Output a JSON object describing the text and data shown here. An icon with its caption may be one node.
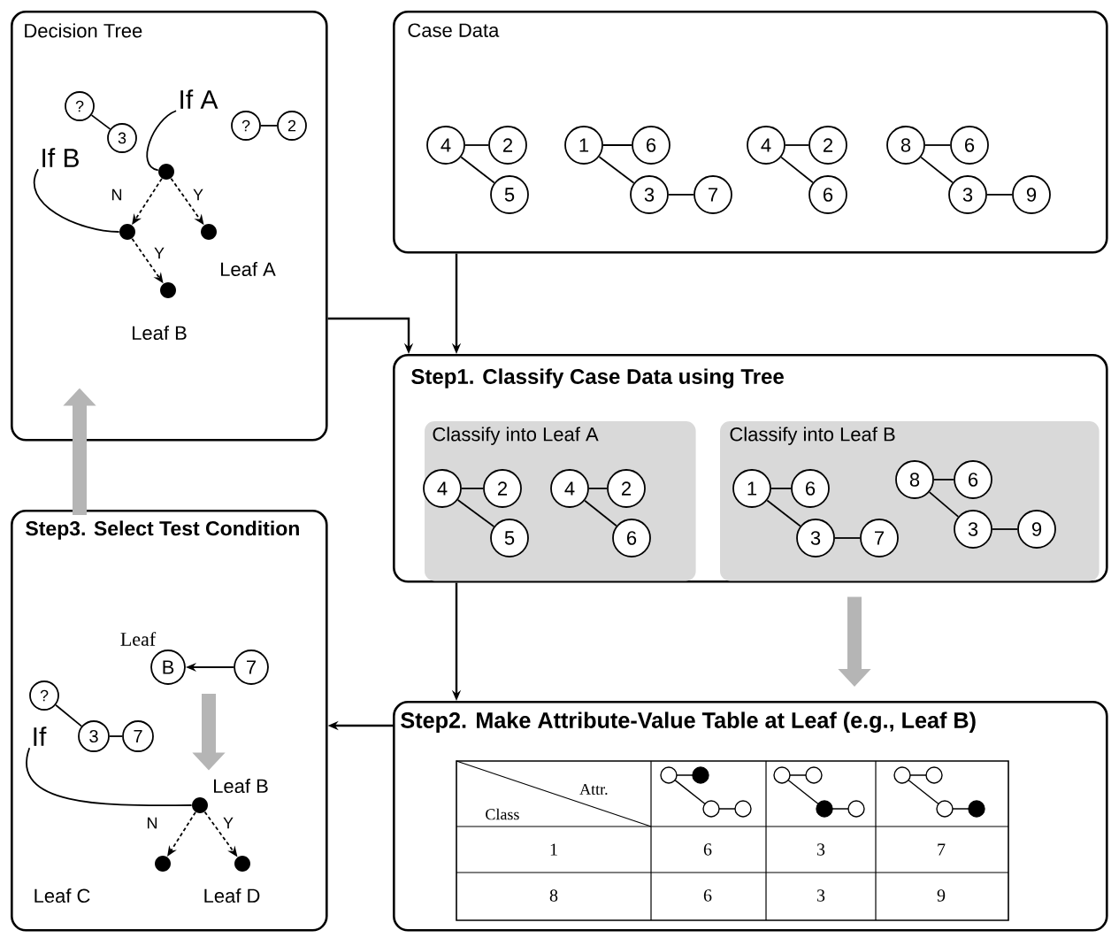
{
  "diagram": {
    "nodes": [
      {
        "text": [
          "Decision Tree"
        ]
      },
      {
        "text": [
          "Case Data"
        ]
      },
      {
        "text": [
          "Step1. Classify Case Data using Tree"
        ]
      },
      {
        "text": [
          "Step2. Make Attribute-Value Table at Leaf (e.g., Leaf B)"
        ]
      },
      {
        "text": [
          "Step3. Select Test Condition"
        ]
      },
      {
        "text": [
          "?"
        ],
        "in": 0
      },
      {
        "text": [
          "3"
        ],
        "in": 0
      },
      {
        "text": [
          "If A"
        ],
        "in": 0
      },
      {
        "text": [
          "?"
        ],
        "in": 0
      },
      {
        "text": [
          "2"
        ],
        "in": 0
      },
      {
        "text": [
          "If B"
        ],
        "in": 0
      },
      {
        "text": [],
        "shape": "circle",
        "in": 0
      },
      {
        "text": [],
        "shape": "circle",
        "in": 0
      },
      {
        "text": [],
        "shape": "circle",
        "in": 0,
        "beside": [
          "Leaf A"
        ]
      },
      {
        "text": [],
        "shape": "circle",
        "in": 0,
        "beside": [
          "Leaf B"
        ]
      },
      {
        "text": [
          "4"
        ],
        "in": 1
      },
      {
        "text": [
          "2"
        ],
        "in": 1
      },
      {
        "text": [
          "5"
        ],
        "in": 1
      },
      {
        "text": [
          "1"
        ],
        "in": 1
      },
      {
        "text": [
          "6"
        ],
        "in": 1
      },
      {
        "text": [
          "3"
        ],
        "in": 1
      },
      {
        "text": [
          "7"
        ],
        "in": 1
      },
      {
        "text": [
          "4"
        ],
        "in": 1
      },
      {
        "text": [
          "2"
        ],
        "in": 1
      },
      {
        "text": [
          "6"
        ],
        "in": 1
      },
      {
        "text": [
          "8"
        ],
        "in": 1
      },
      {
        "text": [
          "6"
        ],
        "in": 1
      },
      {
        "text": [
          "3"
        ],
        "in": 1
      },
      {
        "text": [
          "9"
        ],
        "in": 1
      },
      {
        "text": [
          "Classify into Leaf A"
        ],
        "in": 2
      },
      {
        "text": [
          "4"
        ],
        "in": 29
      },
      {
        "text": [
          "2"
        ],
        "in": 29
      },
      {
        "text": [
          "5"
        ],
        "in": 29
      },
      {
        "text": [
          "4"
        ],
        "in": 29
      },
      {
        "text": [
          "2"
        ],
        "in": 29
      },
      {
        "text": [
          "6"
        ],
        "in": 29
      },
      {
        "text": [
          "Classify into Leaf B"
        ],
        "in": 2
      },
      {
        "text": [
          "1"
        ],
        "in": 36
      },
      {
        "text": [
          "6"
        ],
        "in": 36
      },
      {
        "text": [
          "3"
        ],
        "in": 36
      },
      {
        "text": [
          "7"
        ],
        "in": 36
      },
      {
        "text": [
          "8"
        ],
        "in": 36
      },
      {
        "text": [
          "6"
        ],
        "in": 36
      },
      {
        "text": [
          "3"
        ],
        "in": 36
      },
      {
        "text": [
          "9"
        ],
        "in": 36
      },
      {
        "text": [
          "B"
        ],
        "in": 4,
        "beside": [
          "Leaf"
        ]
      },
      {
        "text": [
          "7"
        ],
        "in": 4
      },
      {
        "text": [
          "?"
        ],
        "in": 4
      },
      {
        "text": [
          "3"
        ],
        "in": 4
      },
      {
        "text": [
          "7"
        ],
        "in": 4
      },
      {
        "text": [
          "If"
        ],
        "in": 4
      },
      {
        "text": [],
        "shape": "circle",
        "in": 4,
        "beside": [
          "Leaf B"
        ]
      },
      {
        "text": [],
        "shape": "circle",
        "in": 4,
        "beside": [
          "Leaf C"
        ]
      },
      {
        "text": [],
        "shape": "circle",
        "in": 4,
        "beside": [
          "Leaf D"
        ]
      }
    ],
    "edges": [
      {
        "from": 0,
        "to": 2,
        "arrow": "to"
      },
      {
        "from": 1,
        "to": 2,
        "arrow": "to"
      },
      {
        "from": 2,
        "to": 3,
        "arrow": "to"
      },
      {
        "from": 3,
        "to": 4,
        "arrow": "to"
      },
      {
        "from": 2,
        "to": 3,
        "arrow": "to",
        "style": "thick",
        "color": "#b5b5b5"
      },
      {
        "from": 4,
        "to": 0,
        "arrow": "to",
        "style": "thick",
        "color": "#b5b5b5"
      },
      {
        "from": 5,
        "to": 6,
        "arrow": "none"
      },
      {
        "from": 8,
        "to": 9,
        "arrow": "none"
      },
      {
        "from": 7,
        "to": 11,
        "arrow": "none"
      },
      {
        "from": 10,
        "to": 12,
        "arrow": "none"
      },
      {
        "from": 11,
        "to": 12,
        "arrow": "to",
        "style": "dashed",
        "label": "N"
      },
      {
        "from": 11,
        "to": 13,
        "arrow": "to",
        "style": "dashed",
        "label": "Y"
      },
      {
        "from": 12,
        "to": 14,
        "arrow": "to",
        "style": "dashed",
        "label": "Y"
      },
      {
        "from": 15,
        "to": 16,
        "arrow": "none"
      },
      {
        "from": 15,
        "to": 17,
        "arrow": "none"
      },
      {
        "from": 18,
        "to": 19,
        "arrow": "none"
      },
      {
        "from": 18,
        "to": 20,
        "arrow": "none"
      },
      {
        "from": 20,
        "to": 21,
        "arrow": "none"
      },
      {
        "from": 22,
        "to": 23,
        "arrow": "none"
      },
      {
        "from": 22,
        "to": 24,
        "arrow": "none"
      },
      {
        "from": 25,
        "to": 26,
        "arrow": "none"
      },
      {
        "from": 25,
        "to": 27,
        "arrow": "none"
      },
      {
        "from": 27,
        "to": 28,
        "arrow": "none"
      },
      {
        "from": 30,
        "to": 31,
        "arrow": "none"
      },
      {
        "from": 30,
        "to": 32,
        "arrow": "none"
      },
      {
        "from": 33,
        "to": 34,
        "arrow": "none"
      },
      {
        "from": 33,
        "to": 35,
        "arrow": "none"
      },
      {
        "from": 37,
        "to": 38,
        "arrow": "none"
      },
      {
        "from": 37,
        "to": 39,
        "arrow": "none"
      },
      {
        "from": 39,
        "to": 40,
        "arrow": "none"
      },
      {
        "from": 41,
        "to": 42,
        "arrow": "none"
      },
      {
        "from": 41,
        "to": 43,
        "arrow": "none"
      },
      {
        "from": 43,
        "to": 44,
        "arrow": "none"
      },
      {
        "from": 46,
        "to": 45,
        "arrow": "to"
      },
      {
        "from": 45,
        "to": 51,
        "arrow": "to",
        "style": "thick",
        "color": "#b5b5b5"
      },
      {
        "from": 47,
        "to": 48,
        "arrow": "none"
      },
      {
        "from": 48,
        "to": 49,
        "arrow": "none"
      },
      {
        "from": 50,
        "to": 51,
        "arrow": "none"
      },
      {
        "from": 51,
        "to": 52,
        "arrow": "to",
        "style": "dashed",
        "label": "N"
      },
      {
        "from": 51,
        "to": 53,
        "arrow": "to",
        "style": "dashed",
        "label": "Y"
      }
    ],
    "labels": [
      "Attr.",
      "Class",
      "1",
      "6",
      "3",
      "7",
      "8",
      "6",
      "3",
      "9"
    ]
  }
}
